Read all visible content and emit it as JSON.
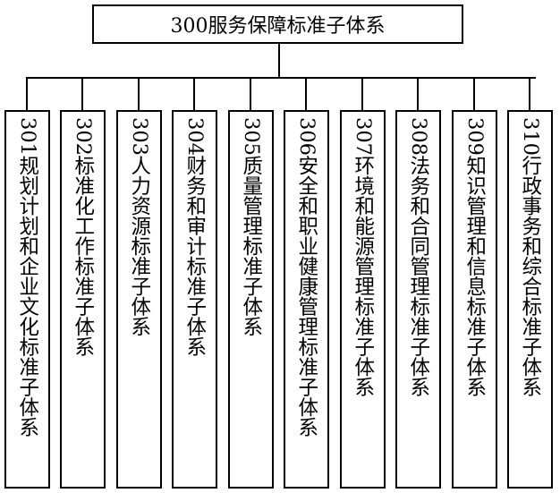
{
  "root": {
    "label": "300服务保障标准子体系"
  },
  "children": [
    {
      "label": "301规划计划和企业文化标准子体系"
    },
    {
      "label": "302标准化工作标准子体系"
    },
    {
      "label": "303人力资源标准子体系"
    },
    {
      "label": "304财务和审计标准子体系"
    },
    {
      "label": "305质量管理标准子体系"
    },
    {
      "label": "306安全和职业健康管理标准子体系"
    },
    {
      "label": "307环境和能源管理标准子体系"
    },
    {
      "label": "308法务和合同管理标准子体系"
    },
    {
      "label": "309知识管理和信息标准子体系"
    },
    {
      "label": "310行政事务和综合标准子体系"
    }
  ]
}
